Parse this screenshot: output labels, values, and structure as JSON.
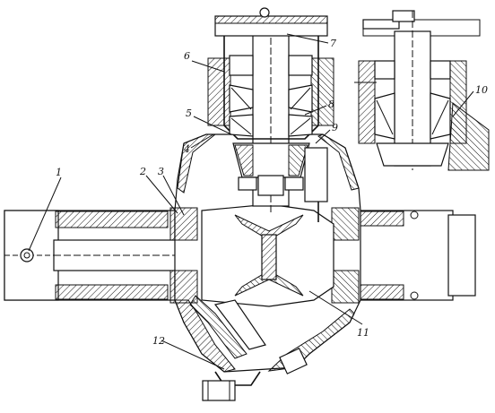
{
  "labels": [
    {
      "id": "1",
      "text": "1"
    },
    {
      "id": "2",
      "text": "2"
    },
    {
      "id": "3",
      "text": "3"
    },
    {
      "id": "4",
      "text": "4"
    },
    {
      "id": "5",
      "text": "5"
    },
    {
      "id": "6",
      "text": "6"
    },
    {
      "id": "7",
      "text": "7"
    },
    {
      "id": "8",
      "text": "8"
    },
    {
      "id": "9",
      "text": "9"
    },
    {
      "id": "10",
      "text": "10"
    },
    {
      "id": "11",
      "text": "11"
    },
    {
      "id": "12",
      "text": "12"
    }
  ],
  "colors": {
    "ink": "#111111",
    "paper": "#ffffff"
  }
}
